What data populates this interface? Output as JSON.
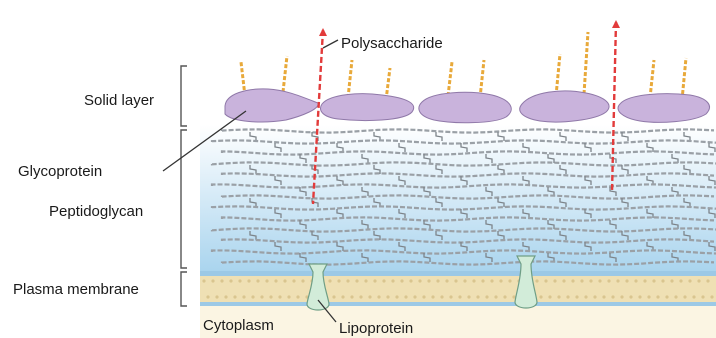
{
  "labels": {
    "polysaccharide": "Polysaccharide",
    "solid_layer": "Solid layer",
    "glycoprotein": "Glycoprotein",
    "peptidoglycan": "Peptidoglycan",
    "plasma_membrane": "Plasma membrane",
    "cytoplasm": "Cytoplasm",
    "lipoprotein": "Lipoprotein"
  },
  "colors": {
    "glycoprotein_fill": "#c9b3dc",
    "glycoprotein_stroke": "#8f78a8",
    "sugar_chain": "#e8a93a",
    "polysaccharide_chain": "#e23b3b",
    "peptidoglycan_top": "#ffffff",
    "peptidoglycan_bottom": "#a9d4ee",
    "strand": "#9aa0a6",
    "membrane_band": "#efe0b4",
    "membrane_edge": "#9cc9e6",
    "lipoprotein_fill": "#d2ecd9",
    "lipoprotein_stroke": "#6f9e86",
    "bracket": "#555555"
  }
}
